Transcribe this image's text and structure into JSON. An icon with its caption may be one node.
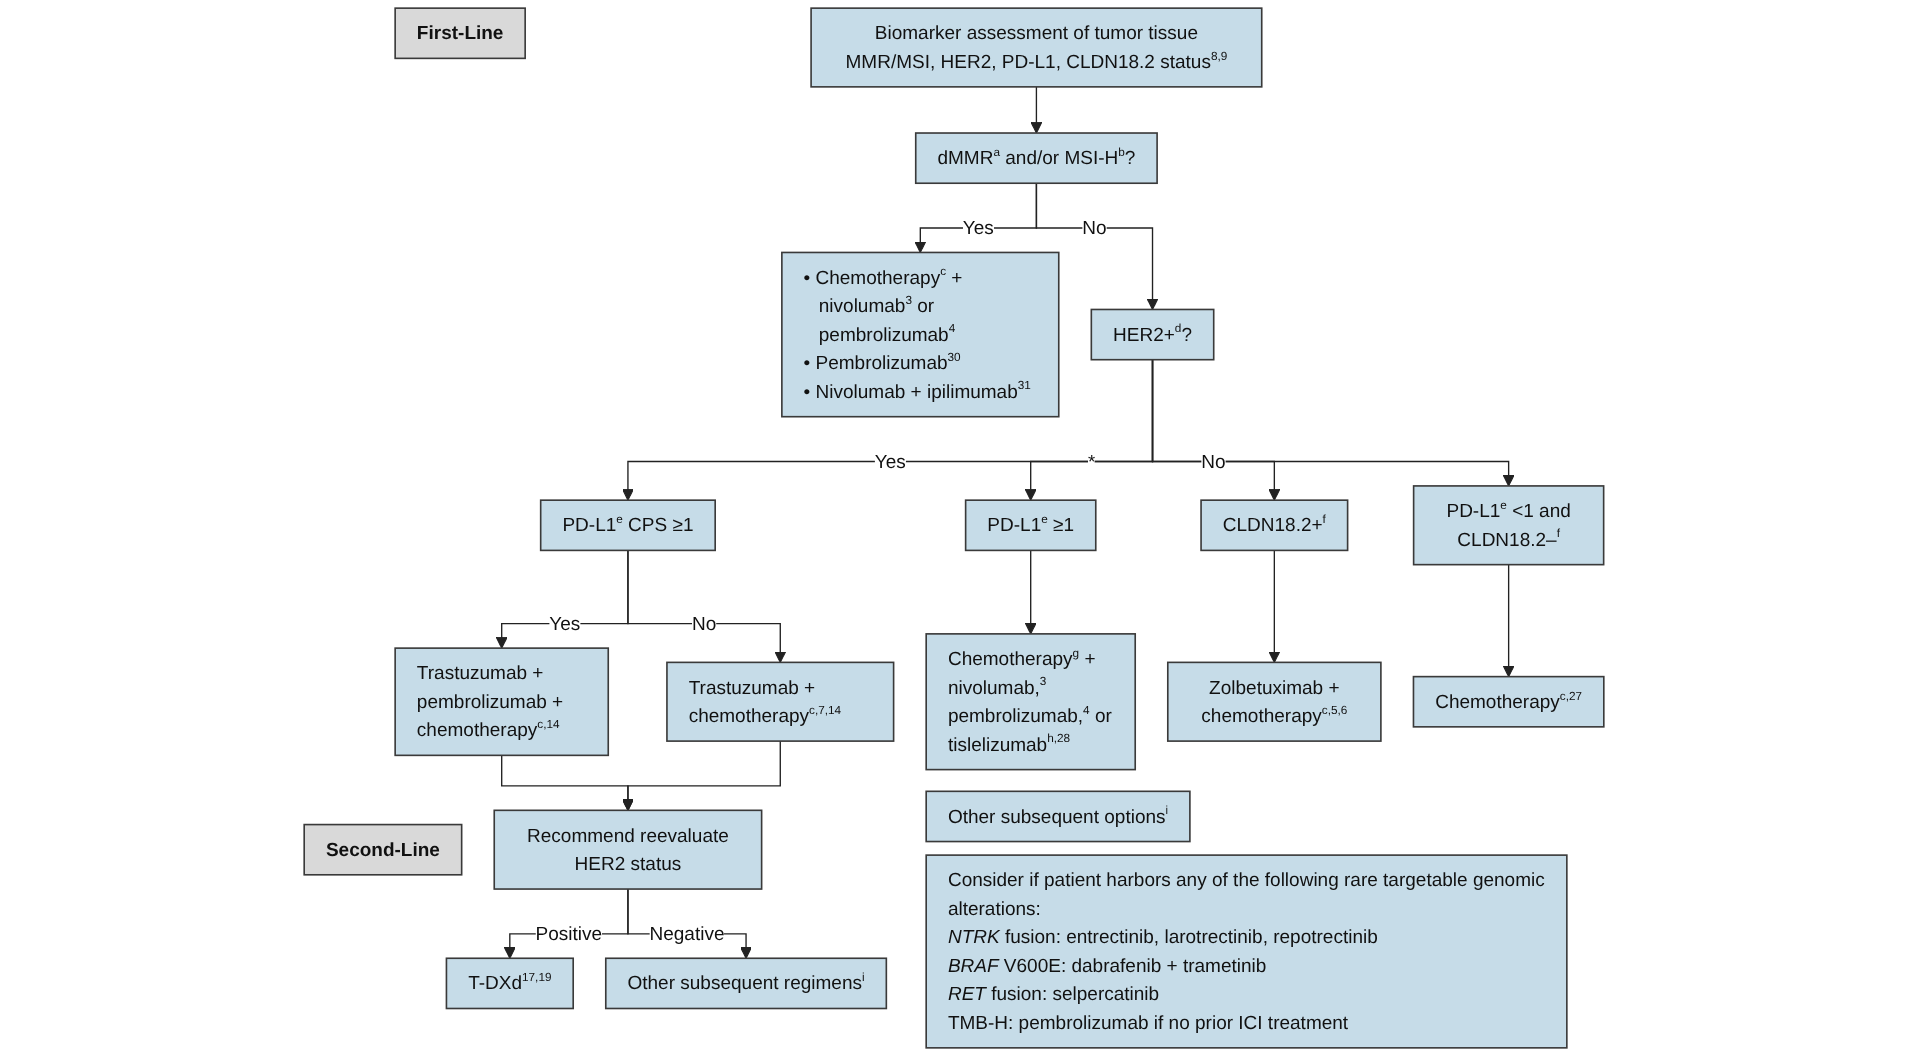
{
  "diagram": {
    "nodes": [
      {
        "text": [
          "First-Line"
        ]
      },
      {
        "text": [
          "Biomarker assessment of tumor tissue MMR/MSI, HER2, PD-L1, CLDN18.2 status$^{8,9}$"
        ]
      },
      {
        "text": [
          "dMMR$^{a}$ and/or MSI-H$^{b}$?"
        ]
      },
      {
        "text": [
          "• Chemotherapy$^{c}$ + nivolumab$^{3}$ or pembrolizumab$^{4}$",
          "• Pembrolizumab$^{30}$",
          "• Nivolumab + ipilimumab$^{31}$"
        ]
      },
      {
        "text": [
          "HER2+$^{d}$?"
        ]
      },
      {
        "text": [
          "PD-L1$^{e}$ CPS ≥1"
        ]
      },
      {
        "text": [
          "Trastuzumab + pembrolizumab + chemotherapy$^{c,14}$"
        ]
      },
      {
        "text": [
          "Trastuzumab + chemotherapy$^{c,7,14}$"
        ]
      },
      {
        "text": [
          "PD-L1$^{e}$ ≥1"
        ]
      },
      {
        "text": [
          "CLDN18.2+$^{f}$"
        ]
      },
      {
        "text": [
          "PD-L1$^{e}$ <1 and CLDN18.2–$^{f}$"
        ]
      },
      {
        "text": [
          "Chemotherapy$^{g}$ + nivolumab,$^{3}$ pembrolizumab,$^{4}$ or tislelizumab$^{h,28}$"
        ]
      },
      {
        "text": [
          "Zolbetuximab + chemotherapy$^{c,5,6}$"
        ]
      },
      {
        "text": [
          "Chemotherapy$^{c,27}$"
        ]
      },
      {
        "text": [
          "Second-Line"
        ]
      },
      {
        "text": [
          "Recommend reevaluate HER2 status"
        ]
      },
      {
        "text": [
          "Other subsequent options$^{i}$"
        ]
      },
      {
        "text": [
          "Consider if patient harbors any of the following rare targetable genomic alterations:",
          "*NTRK* fusion: entrectinib, larotrectinib, repotrectinib",
          "*BRAF* V600E: dabrafenib + trametinib",
          "*RET* fusion: selpercatinib",
          "TMB-H: pembrolizumab if no prior ICI treatment"
        ]
      },
      {
        "text": [
          "T-DXd$^{17,19}$"
        ]
      },
      {
        "text": [
          "Other subsequent regimens$^{i}$"
        ]
      }
    ],
    "edges": [
      {
        "from": 1,
        "to": 2,
        "arrow": "to"
      },
      {
        "from": 2,
        "to": 3,
        "arrow": "to",
        "label": "Yes"
      },
      {
        "from": 2,
        "to": 4,
        "arrow": "to",
        "label": "No"
      },
      {
        "from": 4,
        "to": 5,
        "arrow": "to",
        "label": "Yes"
      },
      {
        "from": 4,
        "to": 8,
        "arrow": "to",
        "label": "*"
      },
      {
        "from": 4,
        "to": 9,
        "arrow": "to",
        "label": "No"
      },
      {
        "from": 4,
        "to": 10,
        "arrow": "to"
      },
      {
        "from": 5,
        "to": 6,
        "arrow": "to",
        "label": "Yes"
      },
      {
        "from": 5,
        "to": 7,
        "arrow": "to",
        "label": "No"
      },
      {
        "from": 8,
        "to": 11,
        "arrow": "to"
      },
      {
        "from": 9,
        "to": 12,
        "arrow": "to"
      },
      {
        "from": 10,
        "to": 13,
        "arrow": "to"
      },
      {
        "from": 6,
        "to": 15,
        "arrow": "to"
      },
      {
        "from": 7,
        "to": 15,
        "arrow": "to"
      },
      {
        "from": 15,
        "to": 18,
        "arrow": "to",
        "label": "Positive"
      },
      {
        "from": 15,
        "to": 19,
        "arrow": "to",
        "label": "Negative"
      }
    ]
  }
}
